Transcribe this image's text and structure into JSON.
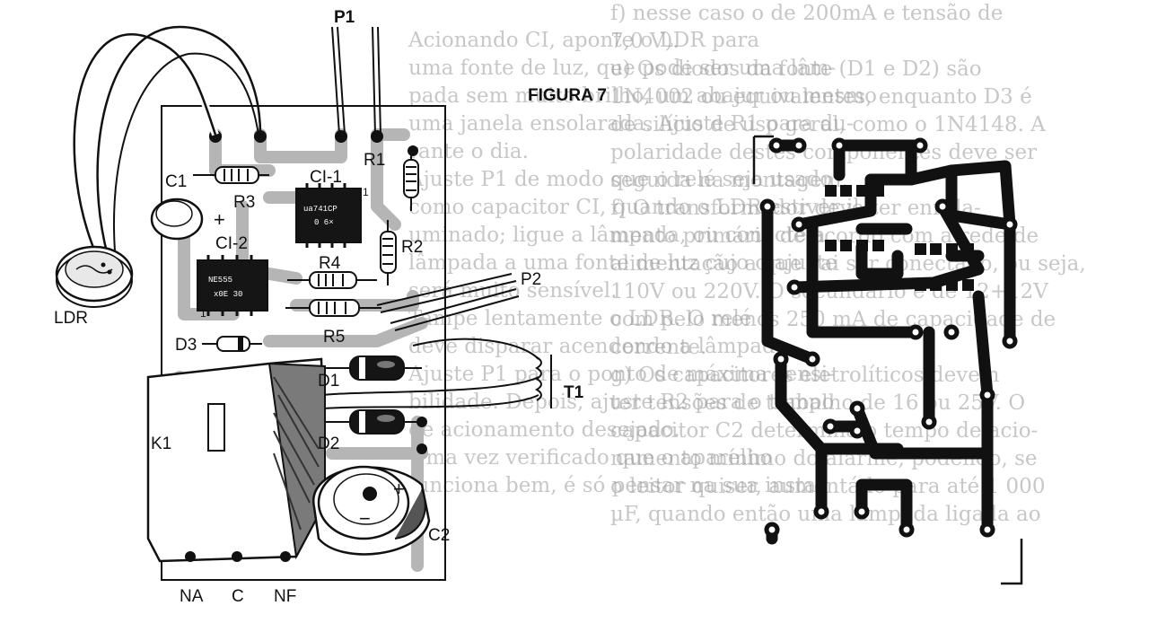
{
  "figure": {
    "title": "FIGURA 7",
    "labels": {
      "p1": "P1",
      "p2": "P2",
      "c1": "C1",
      "ci1": "CI-1",
      "r1": "R1",
      "r3": "R3",
      "ci2": "CI-2",
      "r2": "R2",
      "r4": "R4",
      "ldr": "LDR",
      "r5": "R5",
      "d3": "D3",
      "d1": "D1",
      "t1": "T1",
      "k1": "K1",
      "d2": "D2",
      "c2": "C2",
      "na": "NA",
      "c": "C",
      "nf": "NF",
      "plus_c1": "+",
      "plus_c2": "+",
      "minus_c2": "−",
      "pin1_ci1": "1",
      "pin1_ci2": "1"
    },
    "chip_text": {
      "ci1_line1": "ua741CP",
      "ci1_line2": "0 6×",
      "ci2_line1": "NE555",
      "ci2_line2": "x0E 30"
    }
  },
  "background_text": {
    "column1": [
      "Acionando CI, aponte o LDR para",
      "uma fonte de luz, que pode ser uma lâm-",
      "pada sem muito brilho, um abajur ou mesmo",
      "uma janela ensolarada. Ajuste R1 para du-",
      "rante o dia.",
      "",
      "Ajuste P1 de modo que o relé seja usado",
      "como capacitor CI, quando o LDR estiver il-",
      "uminado; ligue a lâmpada, ou conecte a",
      "lâmpada a uma fonte de luz cujo o ajuste",
      "será muito sensível.",
      "",
      "Tampe lentamente o LDR. O relé",
      "deve disparar acendendo a lâmpada.",
      "Ajuste P1 para o ponto de máxima sensi-",
      "bilidade. Depois, ajuste R2 para o tempo",
      "de acionamento desejado.",
      "",
      "Uma vez verificado que o aparelho",
      "funciona bem, é só pensar na sua insta-"
    ],
    "column2": [
      "f) nesse caso o de 200mA e tensão de",
      "7,0 V).",
      "e) Os diodos da fonte (D1 e D2) são",
      "1N4002 ou equivalentes, enquanto D3 é",
      "de silício de uso geral, como o 1N4148. A",
      "polaridade destes componentes deve ser",
      "seguida na montagem.",
      "",
      "f) O transformador deve ter enrola-",
      "mento primário de acordo com a rede de",
      "alimentação a que vai ser conectado, ou seja,",
      "110V ou 220V. O secundário é de 12+12V",
      "com pelo menos 250 mA de capacidade de",
      "corrente.",
      "",
      "g) Os capacitores eletrolíticos devem",
      "ter tensões de trabalho de 16 ou 25V. O",
      "capacitor C2 determina o tempo de acio-",
      "namento mínimo do alarme, podendo, se",
      "o leitor quiser, aumentá-lo para até 1 000",
      "µF, quando então uma lâmpada ligada ao"
    ]
  }
}
